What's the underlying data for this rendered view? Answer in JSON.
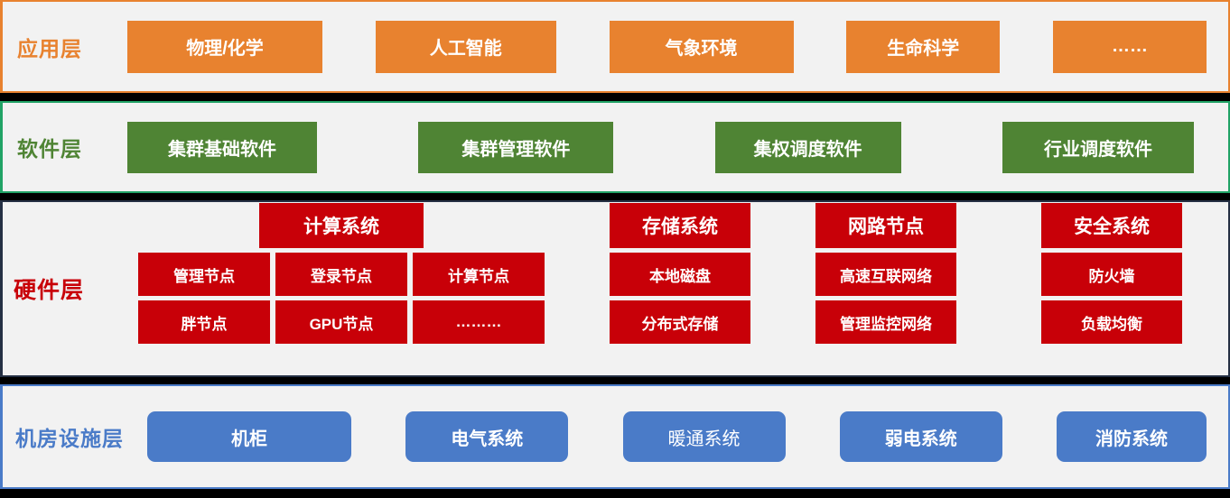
{
  "diagram": {
    "title": "HPC Cluster Layered Architecture",
    "background": "#000000",
    "panel_background": "#F2F2F2"
  },
  "colors": {
    "application": "#E8822F",
    "software": "#4F8434",
    "software_border": "#21A366",
    "hardware": "#C80008",
    "hardware_border": "#253044",
    "facility": "#4A7BC8",
    "text_on_fill": "#FFFFFF"
  },
  "layers": {
    "application": {
      "title": "应用层",
      "boxes": [
        {
          "label": "物理/化学"
        },
        {
          "label": "人工智能"
        },
        {
          "label": "气象环境"
        },
        {
          "label": "生命科学"
        },
        {
          "label": "……"
        }
      ]
    },
    "software": {
      "title": "软件层",
      "boxes": [
        {
          "label": "集群基础软件"
        },
        {
          "label": "集群管理软件"
        },
        {
          "label": "集权调度软件"
        },
        {
          "label": "行业调度软件"
        }
      ]
    },
    "hardware": {
      "title": "硬件层",
      "groups": [
        {
          "name": "compute",
          "head": "计算系统",
          "rows": [
            [
              "管理节点",
              "登录节点",
              "计算节点"
            ],
            [
              "胖节点",
              "GPU节点",
              "………"
            ]
          ]
        },
        {
          "name": "storage",
          "head": "存储系统",
          "rows": [
            [
              "本地磁盘"
            ],
            [
              "分布式存储"
            ]
          ]
        },
        {
          "name": "network",
          "head": "网路节点",
          "rows": [
            [
              "高速互联网络"
            ],
            [
              "管理监控网络"
            ]
          ]
        },
        {
          "name": "security",
          "head": "安全系统",
          "rows": [
            [
              "防火墙"
            ],
            [
              "负载均衡"
            ]
          ]
        }
      ]
    },
    "facility": {
      "title": "机房设施层",
      "boxes": [
        {
          "label": "机柜"
        },
        {
          "label": "电气系统"
        },
        {
          "label": "暖通系统"
        },
        {
          "label": "弱电系统"
        },
        {
          "label": "消防系统"
        }
      ]
    }
  }
}
